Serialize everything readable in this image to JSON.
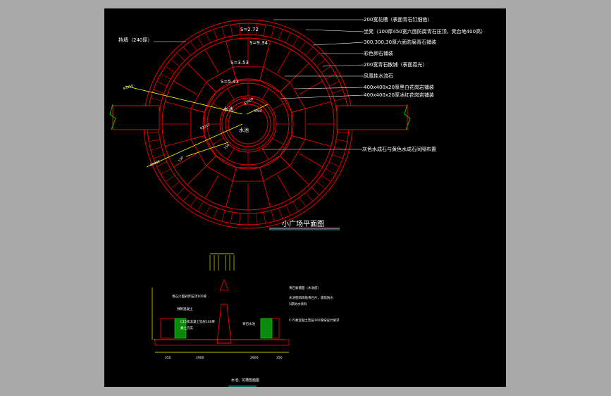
{
  "plan": {
    "title": "小广场平面图",
    "callouts": [
      "200宽花槽（表面青石钉细凿）",
      "坐凳（100厚450宽六面防腐青石压顶，凳台地400高）",
      "300,300,30厚六面防腐青石铺装",
      "彩色卵石铺装",
      "200宽青石散铺（表面荔光）",
      "凤凰挂水流石",
      "400x400x20厚黑白花岗岩铺装",
      "400x400x20厚冰红花岗岩铺装",
      "灰色水成石与黄色水成石间隔布置"
    ],
    "wall_label": "挡墙（240厚）",
    "slopes": [
      "S=2.72",
      "S=9.34",
      "S=3.53",
      "S=5.43"
    ],
    "center_labels": [
      "水池",
      "水池"
    ],
    "dims": [
      "R3250",
      "R1900",
      "R900",
      "R2212",
      "R9000",
      "150",
      "150"
    ]
  },
  "section": {
    "caption": "水池、花槽剖面图",
    "left_notes": [
      "青石六面剁斧压顶100厚",
      "预制混凝土",
      "C15素混凝土垫层100厚",
      "素土夯实"
    ],
    "right_notes": [
      "青石板铺面（水池底）",
      "水池壁四周贴青石片，建筑防水",
      "5厚防水涂料",
      "C15素混凝土垫层100厚按设计要求"
    ],
    "side_labels": [
      "青石",
      "水池"
    ],
    "dims": [
      "350",
      "2900",
      "2900",
      "350"
    ]
  },
  "colors": {
    "bg": "#000000",
    "frame": "#a9a9a9",
    "red": "#ff0000",
    "green": "#00c800",
    "yellow": "#ffff00",
    "white": "#ffffff",
    "cyan": "#00ffff"
  }
}
